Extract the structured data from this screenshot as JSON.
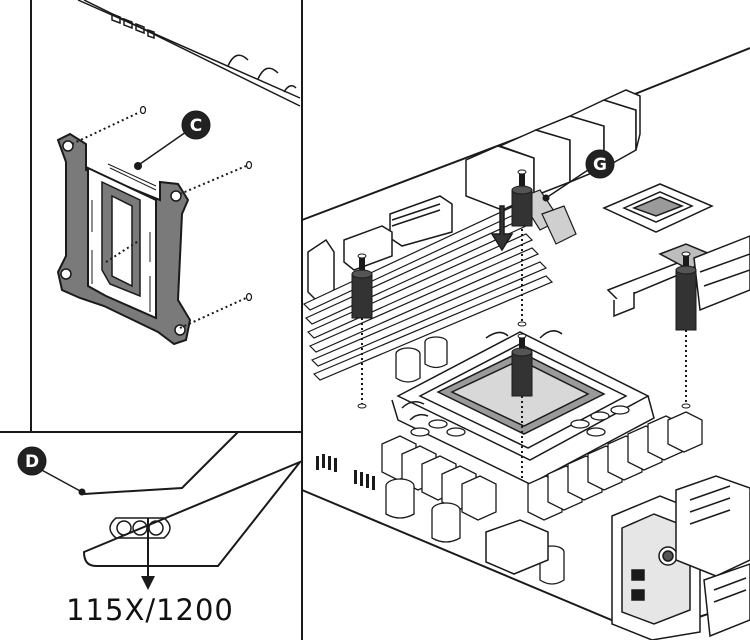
{
  "callouts": {
    "c": "C",
    "d": "D",
    "g": "G"
  },
  "socket_label": "115X/1200",
  "colors": {
    "line": "#1a1a1a",
    "bracket": "#7a7a7a",
    "callout_bg": "#222222",
    "panel_bg": "#ffffff"
  },
  "icons": {
    "arrow": "down-arrow-icon",
    "screw": "screw-icon",
    "standoff": "standoff-icon"
  }
}
